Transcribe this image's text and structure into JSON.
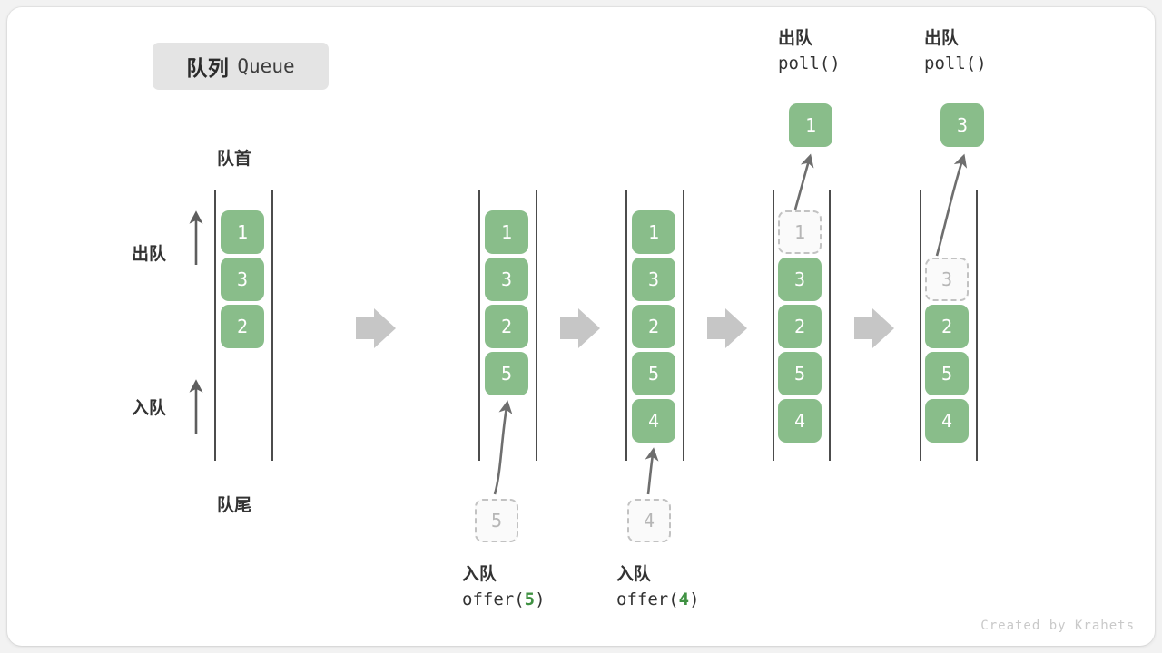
{
  "title": {
    "cn": "队列",
    "en": "Queue"
  },
  "labels": {
    "head": "队首",
    "tail": "队尾",
    "dequeue_arrow": "出队",
    "enqueue_arrow": "入队"
  },
  "watermark": "Created by Krahets",
  "colors": {
    "cell_fill": "#89bd8a",
    "cell_text": "#ffffff",
    "ghost_border": "#c2c2c2",
    "ghost_text": "#b6b6b6",
    "rail": "#4c4c4c",
    "step_arrow": "#c6c6c6",
    "accent_green": "#3f9142",
    "badge_bg": "#e4e4e4",
    "text_dark": "#333333",
    "page_bg": "#f2f2f2",
    "card_bg": "#ffffff"
  },
  "steps": [
    {
      "name": "initial",
      "cells": [
        {
          "value": "1",
          "state": "filled"
        },
        {
          "value": "3",
          "state": "filled"
        },
        {
          "value": "2",
          "state": "filled"
        }
      ]
    },
    {
      "name": "after-offer-5",
      "cells": [
        {
          "value": "1",
          "state": "filled"
        },
        {
          "value": "3",
          "state": "filled"
        },
        {
          "value": "2",
          "state": "filled"
        },
        {
          "value": "5",
          "state": "filled"
        }
      ],
      "incoming": {
        "value": "5",
        "state": "ghost"
      },
      "caption": {
        "cn": "入队",
        "fn": "offer(",
        "arg": "5",
        "close": ")"
      }
    },
    {
      "name": "after-offer-4",
      "cells": [
        {
          "value": "1",
          "state": "filled"
        },
        {
          "value": "3",
          "state": "filled"
        },
        {
          "value": "2",
          "state": "filled"
        },
        {
          "value": "5",
          "state": "filled"
        },
        {
          "value": "4",
          "state": "filled"
        }
      ],
      "incoming": {
        "value": "4",
        "state": "ghost"
      },
      "caption": {
        "cn": "入队",
        "fn": "offer(",
        "arg": "4",
        "close": ")"
      }
    },
    {
      "name": "after-poll-1",
      "cells": [
        {
          "value": "1",
          "state": "ghost"
        },
        {
          "value": "3",
          "state": "filled"
        },
        {
          "value": "2",
          "state": "filled"
        },
        {
          "value": "5",
          "state": "filled"
        },
        {
          "value": "4",
          "state": "filled"
        }
      ],
      "popped": {
        "value": "1",
        "state": "filled"
      },
      "caption": {
        "cn": "出队",
        "fn": "poll()"
      }
    },
    {
      "name": "after-poll-3",
      "cells": [
        {
          "value": "",
          "state": "empty"
        },
        {
          "value": "3",
          "state": "ghost"
        },
        {
          "value": "2",
          "state": "filled"
        },
        {
          "value": "5",
          "state": "filled"
        },
        {
          "value": "4",
          "state": "filled"
        }
      ],
      "popped": {
        "value": "3",
        "state": "filled"
      },
      "caption": {
        "cn": "出队",
        "fn": "poll()"
      }
    }
  ]
}
